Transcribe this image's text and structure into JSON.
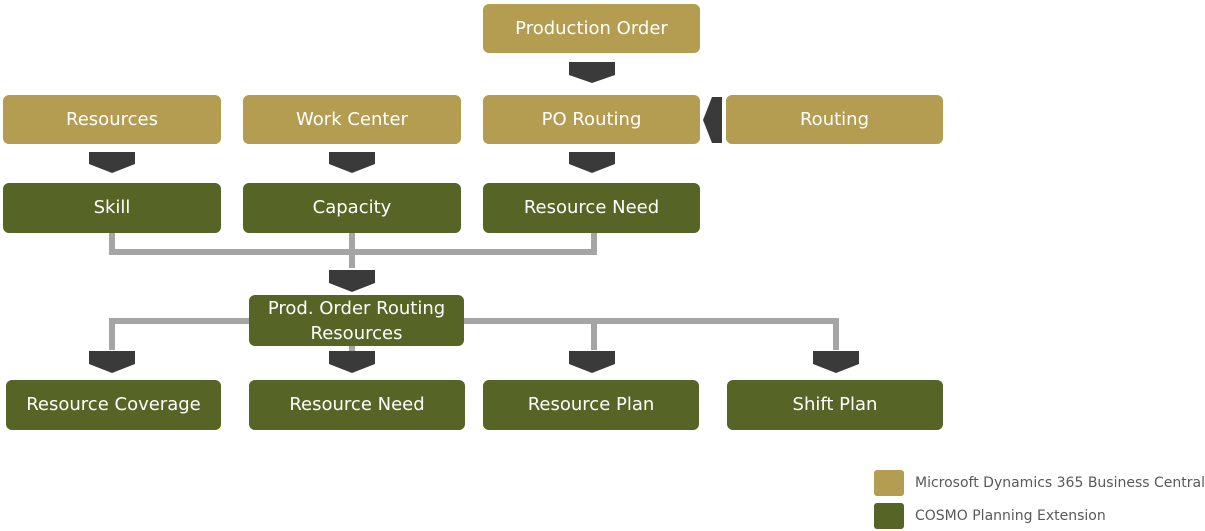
{
  "nodes": {
    "production_order": "Production Order",
    "resources": "Resources",
    "work_center": "Work Center",
    "po_routing": "PO Routing",
    "routing": "Routing",
    "skill": "Skill",
    "capacity": "Capacity",
    "resource_need_top": "Resource Need",
    "prod_order_routing_resources": "Prod. Order Routing Resources",
    "resource_coverage": "Resource Coverage",
    "resource_need_bottom": "Resource Need",
    "resource_plan": "Resource Plan",
    "shift_plan": "Shift Plan"
  },
  "legend": [
    {
      "label": "Microsoft Dynamics 365 Business Central",
      "color": "#b49d50"
    },
    {
      "label": "COSMO Planning Extension",
      "color": "#566426"
    }
  ],
  "colors": {
    "standard": "#b49d50",
    "extension": "#566426",
    "connector": "#a5a5a5",
    "arrow": "#3a3a3a"
  }
}
